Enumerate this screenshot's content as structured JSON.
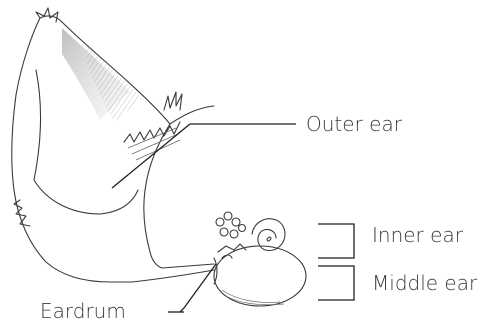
{
  "diagram": {
    "labels": {
      "outer_ear": "Outer ear",
      "inner_ear": "Inner ear",
      "middle_ear": "Middle ear",
      "eardrum": "Eardrum"
    }
  }
}
